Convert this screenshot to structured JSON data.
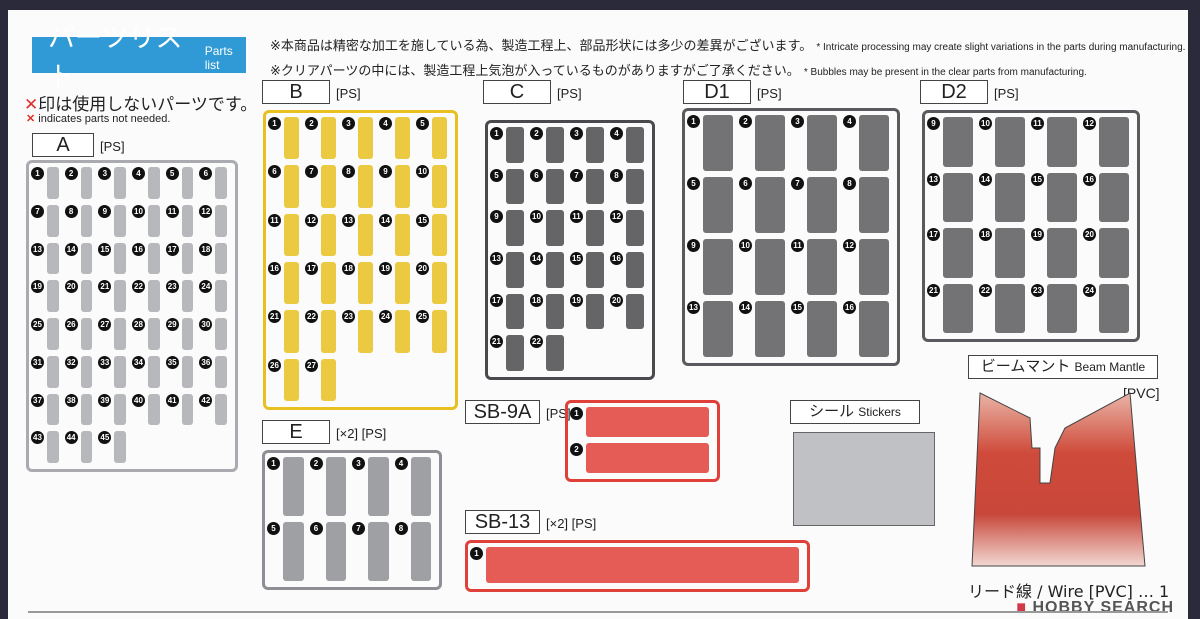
{
  "header": {
    "title_jp": "パーツリスト",
    "title_en": "Parts list",
    "note1_jp": "※本商品は精密な加工を施している為、製造工程上、部品形状には多少の差異がございます。",
    "note1_en": "* Intricate processing may create slight variations in the parts during manufacturing.",
    "note2_jp": "※クリアパーツの中には、製造工程上気泡が入っているものがありますがご了承ください。",
    "note2_en": "* Bubbles may be present in the clear parts from manufacturing."
  },
  "legend": {
    "mark": "✕",
    "text_jp": "印は使用しないパーツです。",
    "text_en": "indicates parts not needed."
  },
  "runners": [
    {
      "id": "A",
      "material": "[PS]",
      "color": "#a9abb0",
      "parts": [
        1,
        2,
        3,
        4,
        5,
        6,
        7,
        8,
        9,
        10,
        11,
        12,
        13,
        14,
        15,
        16,
        17,
        18,
        19,
        20,
        21,
        22,
        23,
        24,
        25,
        26,
        27,
        28,
        29,
        30,
        31,
        32,
        33,
        34,
        35,
        36,
        37,
        38,
        39,
        40,
        41,
        42,
        43,
        44,
        45
      ]
    },
    {
      "id": "B",
      "material": "[PS]",
      "color": "#e8c020",
      "parts": [
        1,
        2,
        3,
        4,
        5,
        6,
        7,
        8,
        9,
        10,
        11,
        12,
        13,
        14,
        15,
        16,
        17,
        18,
        19,
        20,
        21,
        22,
        23,
        24,
        25,
        26,
        27
      ]
    },
    {
      "id": "C",
      "material": "[PS]",
      "color": "#4a4a4e",
      "parts": [
        1,
        2,
        3,
        4,
        5,
        6,
        7,
        8,
        9,
        10,
        11,
        12,
        13,
        14,
        15,
        16,
        17,
        18,
        19,
        20,
        21,
        22
      ]
    },
    {
      "id": "D1",
      "material": "[PS]",
      "color": "#5a5a5e",
      "parts": [
        1,
        2,
        3,
        4,
        5,
        6,
        7,
        8,
        9,
        10,
        11,
        12,
        13,
        14,
        15,
        16
      ]
    },
    {
      "id": "D2",
      "material": "[PS]",
      "color": "#5a5a5e",
      "parts": [
        9,
        10,
        11,
        12,
        13,
        14,
        15,
        16,
        17,
        18,
        19,
        20,
        21,
        22,
        23,
        24
      ]
    },
    {
      "id": "E",
      "material": "[×2] [PS]",
      "color": "#8d8f94",
      "parts": [
        1,
        2,
        3,
        4,
        5,
        6,
        7,
        8
      ]
    },
    {
      "id": "SB-9A",
      "material": "[PS]",
      "color": "#e0403a",
      "parts": [
        1,
        2
      ]
    },
    {
      "id": "SB-13",
      "material": "[×2] [PS]",
      "color": "#e0403a",
      "parts": [
        1
      ]
    }
  ],
  "stickers": {
    "jp": "シール",
    "en": "Stickers"
  },
  "mantle": {
    "jp": "ビームマント",
    "en": "Beam Mantle",
    "material": "[PVC]"
  },
  "wire": {
    "text": "リード線 / Wire [PVC] … 1"
  },
  "watermark": "HOBBY SEARCH"
}
